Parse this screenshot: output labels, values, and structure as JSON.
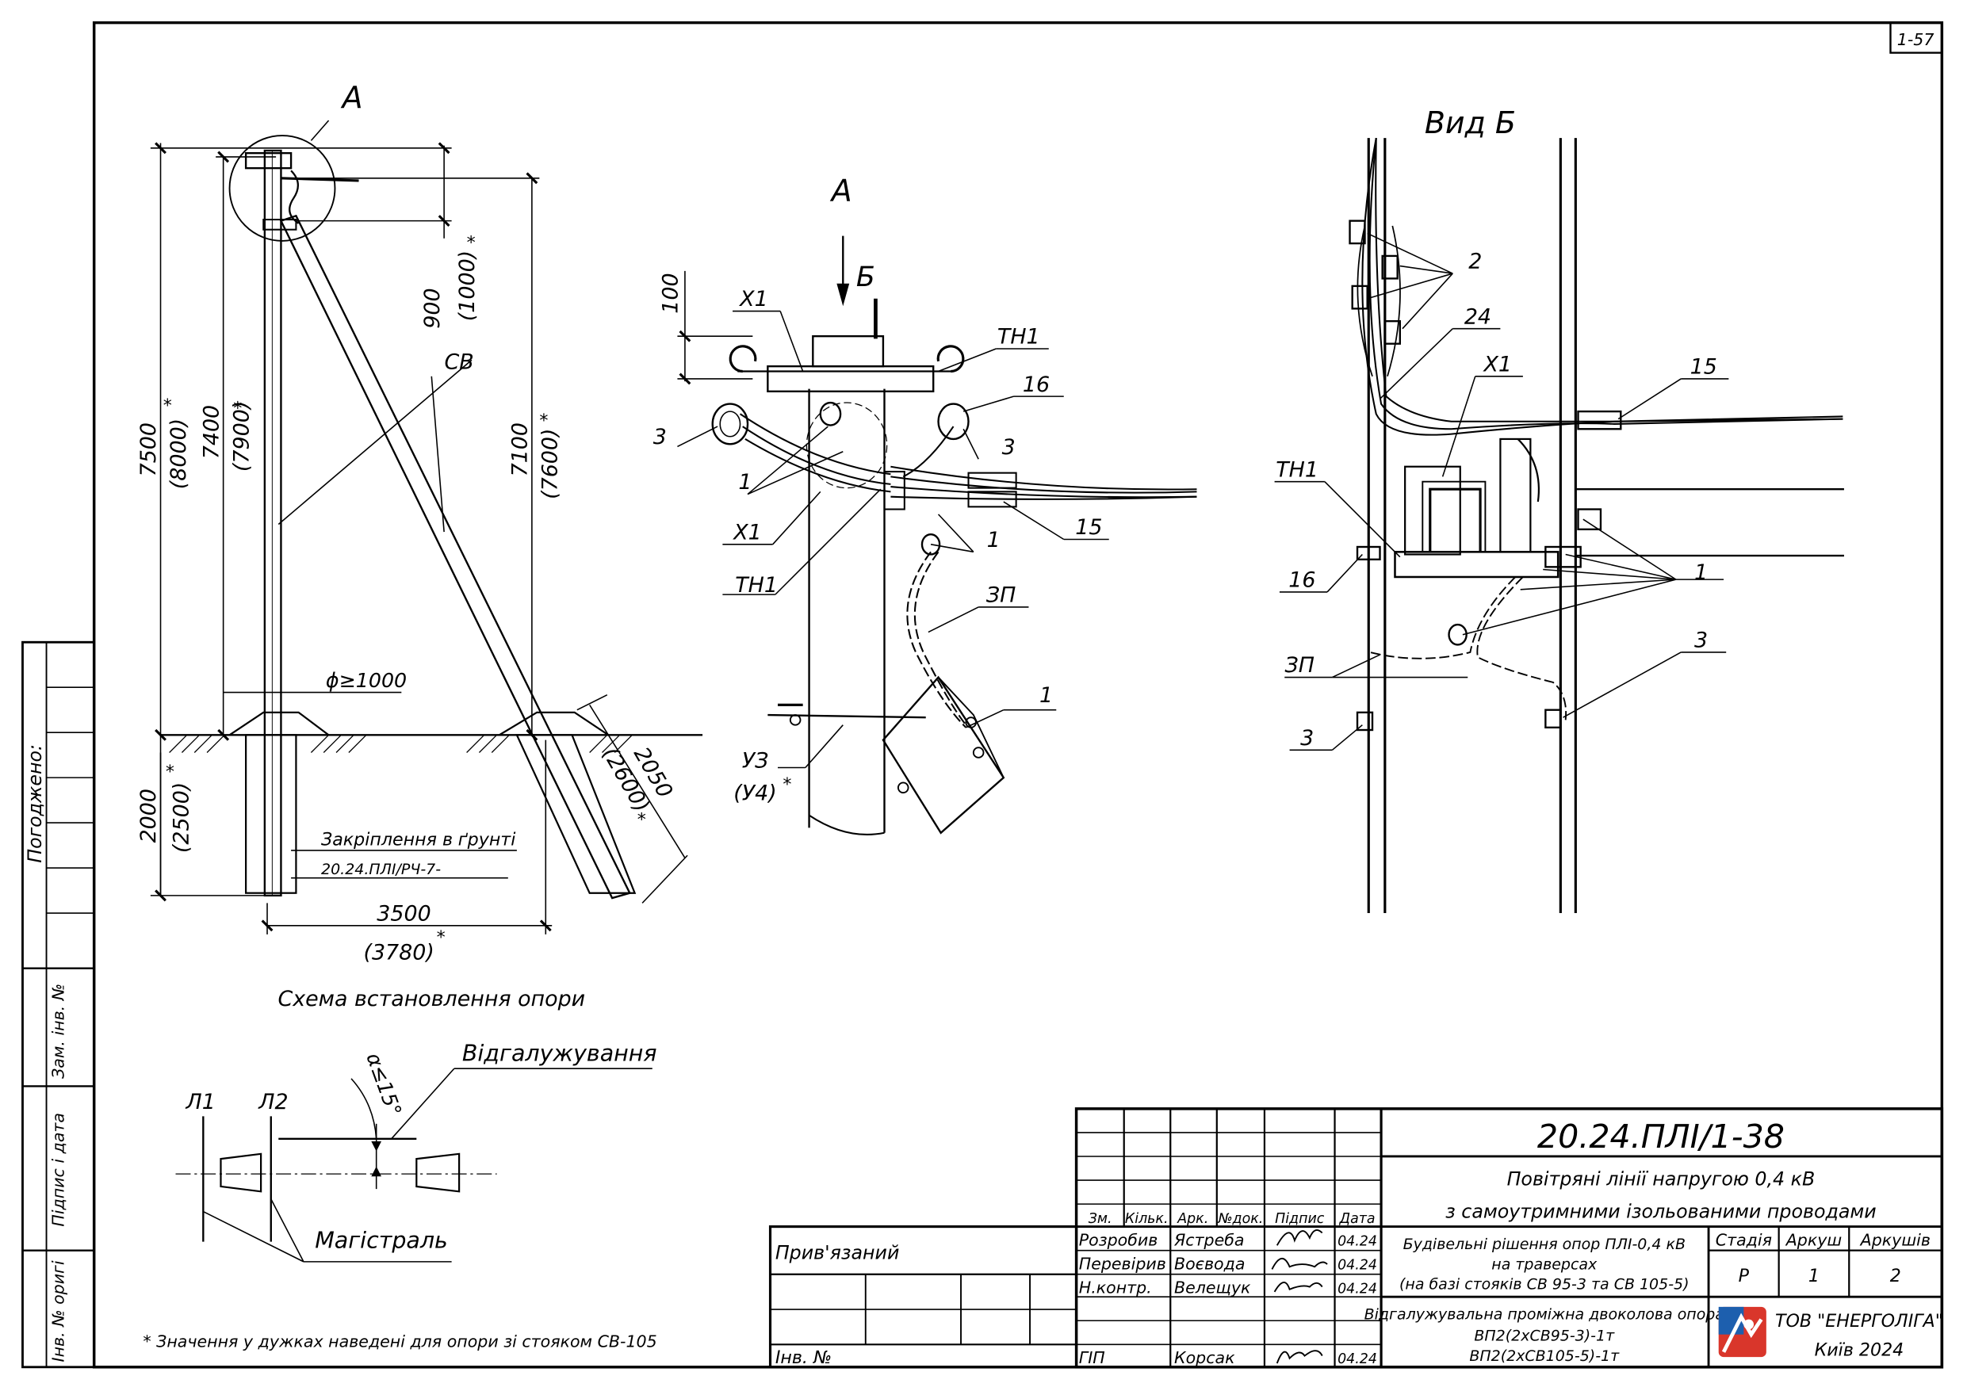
{
  "sheet": {
    "number": "1-57"
  },
  "side_stamp": {
    "agreed": "Погоджено:",
    "replace_inv": "Зам. інв. №",
    "signature_date": "Підпис і дата",
    "orig_inv": "Інв. № оригі"
  },
  "scheme": {
    "caption": "Схема встановлення опори",
    "view_ref": "А",
    "dims": {
      "h_total": "7500",
      "h_total_alt": "(8000)",
      "h_pole": "7400",
      "h_pole_alt": "(7900)",
      "h_brace": "7100",
      "h_brace_alt": "(7600)",
      "top_gap": "900",
      "top_gap_alt": "(1000)",
      "depth": "2000",
      "depth_alt": "(2500)",
      "base": "3500",
      "base_alt": "(3780)",
      "brace_depth": "2050",
      "brace_depth_alt": "(2600)",
      "pit_diameter": "ϕ≥1000",
      "star": "*"
    },
    "labels": {
      "brace": "СВ",
      "fixing": "Закріплення в ґрунті",
      "fixing_ref": "20.24.ПЛІ/РЧ-7-"
    }
  },
  "view_a": {
    "title": "А",
    "arrow_label": "Б",
    "dim_100": "100",
    "labels": {
      "x1_top": "Х1",
      "x1_bottom": "Х1",
      "tn1_top": "ТН1",
      "tn1_bottom": "ТН1",
      "n16": "16",
      "n3_left": "3",
      "n3_right": "3",
      "n1_left": "1",
      "n1_mid": "1",
      "n1_box": "1",
      "n15": "15",
      "zp": "ЗП",
      "uz": "УЗ",
      "u4": "(У4)",
      "star": "*"
    }
  },
  "view_b": {
    "title": "Вид Б",
    "labels": {
      "n2": "2",
      "n24": "24",
      "x1": "Х1",
      "n15": "15",
      "tn1": "ТН1",
      "n16": "16",
      "n1": "1",
      "n3_right": "3",
      "zp": "ЗП",
      "n3_left": "3"
    }
  },
  "branch": {
    "l1": "Л1",
    "l2": "Л2",
    "angle": "α≤15°",
    "branch_label": "Відгалужування",
    "main_label": "Магістраль"
  },
  "footnote": "* Значення у дужках наведені для опори зі стояком СВ-105",
  "title_block": {
    "designation": "20.24.ПЛІ/1-38",
    "project_line1": "Повітряні лінії напругою 0,4 кВ",
    "project_line2": "з самоутримними ізольованими проводами",
    "section_line1": "Будівельні рішення опор ПЛІ-0,4 кВ",
    "section_line2": "на траверсах",
    "section_line3": "(на базі стояків СВ 95-3 та СВ 105-5)",
    "drawing_line1": "Відгалужувальна проміжна двоколова опора",
    "drawing_line2": "ВП2(2хСВ95-3)-1т",
    "drawing_line3": "ВП2(2хСВ105-5)-1т",
    "col_headers": [
      "Зм.",
      "Кільк.",
      "Арк.",
      "№док.",
      "Підпис",
      "Дата"
    ],
    "roles": [
      {
        "role": "Розробив",
        "name": "Ястреба",
        "date": "04.24"
      },
      {
        "role": "Перевірив",
        "name": "Воєвода",
        "date": "04.24"
      },
      {
        "role": "Н.контр.",
        "name": "Велещук",
        "date": "04.24"
      },
      {
        "role": "ГІП",
        "name": "Корсак",
        "date": "04.24"
      }
    ],
    "stage_header": "Стадія",
    "sheet_header": "Аркуш",
    "sheets_header": "Аркушів",
    "stage": "Р",
    "sheet": "1",
    "sheets": "2",
    "company": "ТОВ \"ЕНЕРГОЛІГА\"",
    "city_year": "Київ 2024",
    "bound": "Прив'язаний",
    "inv_no": "Інв. №"
  }
}
